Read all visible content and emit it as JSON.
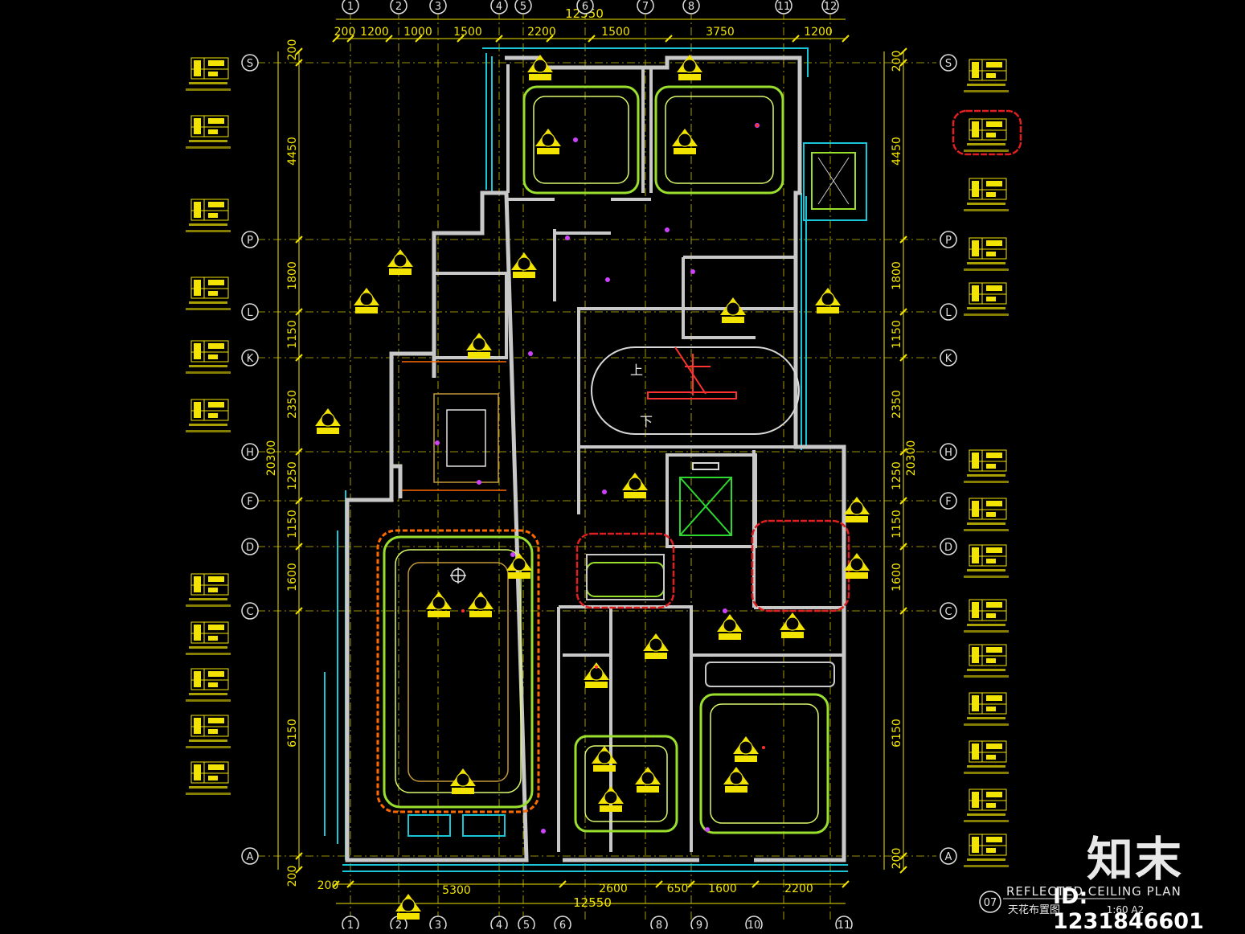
{
  "dimensions": {
    "top_total": "12550",
    "top_segments": [
      "200",
      "1200",
      "1000",
      "1500",
      "2200",
      "1500",
      "3750",
      "1200"
    ],
    "bottom_total": "12550",
    "bottom_segments": [
      "200",
      "5300",
      "2600",
      "650",
      "1600",
      "2200"
    ],
    "left_segments": [
      "200",
      "4450",
      "1800",
      "1150",
      "2350",
      "1250",
      "1150",
      "1600",
      "6150",
      "200"
    ],
    "right_segments": [
      "200",
      "4450",
      "1800",
      "1150",
      "2350",
      "1250",
      "1150",
      "1600",
      "6150",
      "200"
    ],
    "overall_height": "20300"
  },
  "grid_top": [
    "1",
    "2",
    "3",
    "4",
    "5",
    "6",
    "7",
    "8",
    "11",
    "12"
  ],
  "grid_bottom": [
    "1",
    "2",
    "3",
    "4",
    "5",
    "6",
    "8",
    "9",
    "10",
    "11"
  ],
  "grid_rows": [
    "S",
    "P",
    "L",
    "K",
    "H",
    "F",
    "D",
    "C",
    "A"
  ],
  "stair_labels": {
    "up": "上",
    "down": "下"
  },
  "title_block": {
    "number": "07",
    "title_en": "REFLECTED CEILING PLAN",
    "title_cn": "天花布置图",
    "scale": "1:60 A2"
  },
  "watermark": {
    "brand": "知末",
    "id": "ID: 1231846601"
  },
  "colors": {
    "background": "#000000",
    "dimension": "#f2e400",
    "wall": "#c8c8c8",
    "ceiling": "#9adf2e",
    "cyan": "#19c6d8",
    "orange": "#ff6a00",
    "revision": "#e02020"
  }
}
